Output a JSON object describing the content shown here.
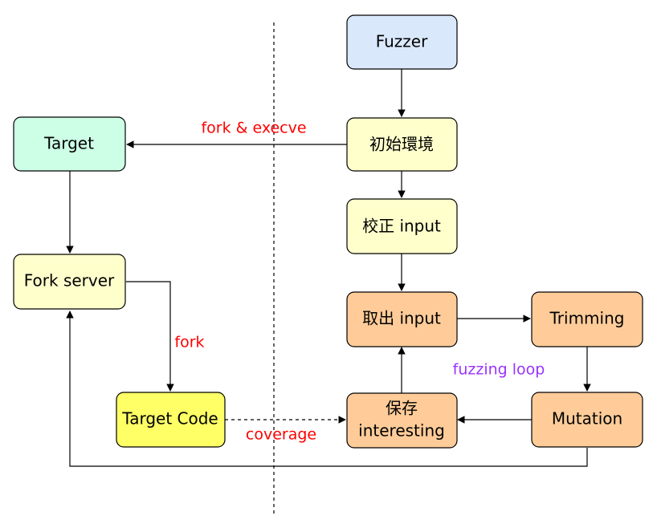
{
  "colors": {
    "blue": "#dae8fc",
    "green": "#ccffe6",
    "light_yellow": "#ffffcc",
    "yellow": "#ffff66",
    "orange": "#ffcc99",
    "edge_label_red": "#ff0000",
    "loop_label_purple": "#9933ff"
  },
  "nodes": {
    "fuzzer": "Fuzzer",
    "init_env": "初始環境",
    "calibrate": "校正 input",
    "take_input": "取出 input",
    "trimming": "Trimming",
    "mutation": "Mutation",
    "save_line1": "保存",
    "save_line2": "interesting",
    "target": "Target",
    "fork_server": "Fork server",
    "target_code": "Target Code"
  },
  "labels": {
    "fork_execve": "fork & execve",
    "fork": "fork",
    "coverage": "coverage",
    "fuzzing_loop": "fuzzing loop"
  }
}
